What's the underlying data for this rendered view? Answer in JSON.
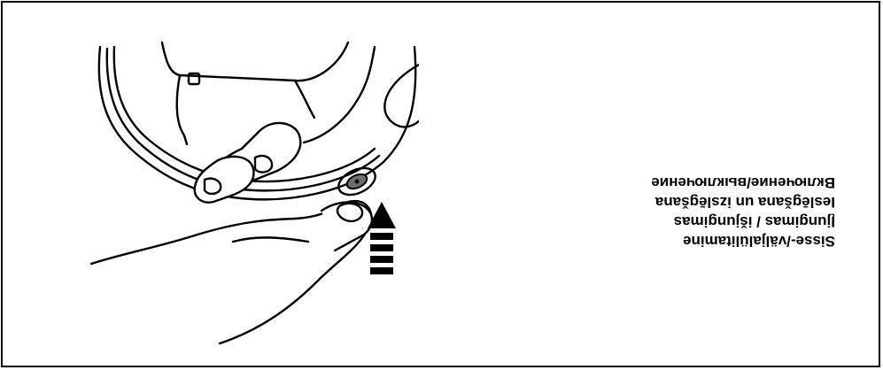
{
  "caption": {
    "lines": [
      "Sisse-/väljalülitamine",
      "Įjungimas / išjungimas",
      "Ieslēgšana un izslēgšana",
      "Включение/выключение"
    ]
  },
  "colors": {
    "stroke": "#000000",
    "background": "#ffffff",
    "button": "#6e6e6e"
  },
  "orientation": "rotated-180"
}
